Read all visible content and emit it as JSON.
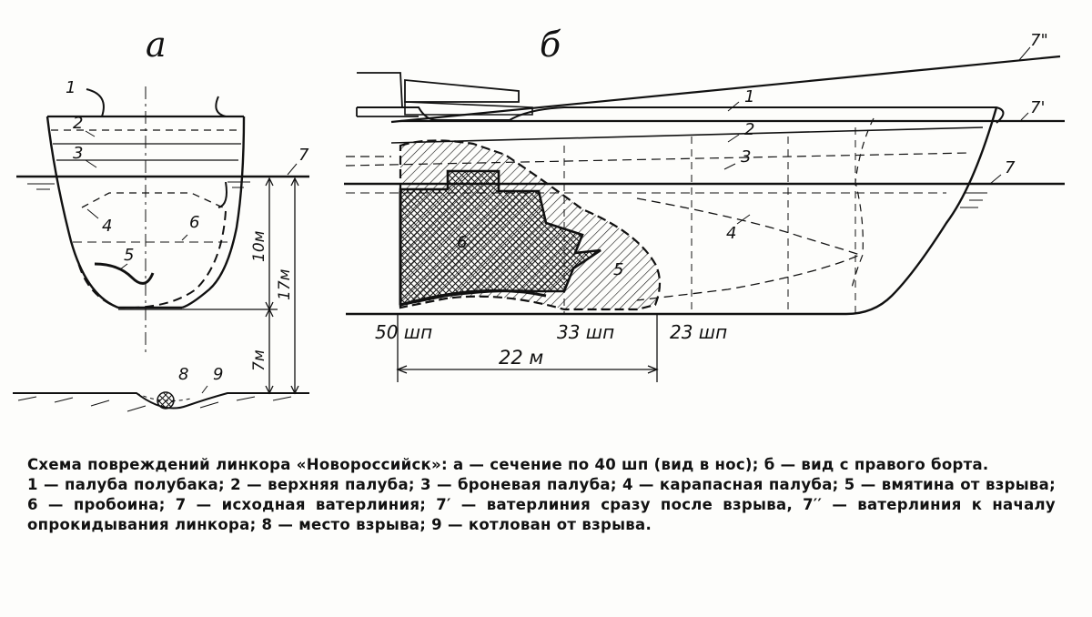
{
  "figure": {
    "panel_a_label": "а",
    "panel_b_label": "б",
    "section_a": {
      "callouts": [
        "1",
        "2",
        "3",
        "4",
        "5",
        "6",
        "7",
        "8",
        "9"
      ],
      "dim_10": "10м",
      "dim_17": "17м",
      "dim_7": "7м"
    },
    "side_b": {
      "callouts": [
        "1",
        "2",
        "3",
        "4",
        "5",
        "6",
        "7",
        "7'",
        "7\""
      ],
      "frame_50": "50 шп",
      "frame_33": "33 шп",
      "frame_23": "23 шп",
      "dim_22": "22 м"
    }
  },
  "caption": {
    "title": "Схема повреждений линкора «Новороссийск»: а — сечение по 40 шп (вид в нос); б — вид с правого борта.",
    "legend": "1 — палуба полубака; 2 — верхняя палуба; 3 — броневая палуба; 4 — карапасная палуба; 5 — вмятина от взрыва; 6 — пробоина; 7 — исходная ватерлиния; 7′ — ватерлиния сразу после взрыва, 7′′ — ватерлиния к началу опрокидывания линкора; 8 — место взрыва; 9 — котлован от взрыва."
  }
}
